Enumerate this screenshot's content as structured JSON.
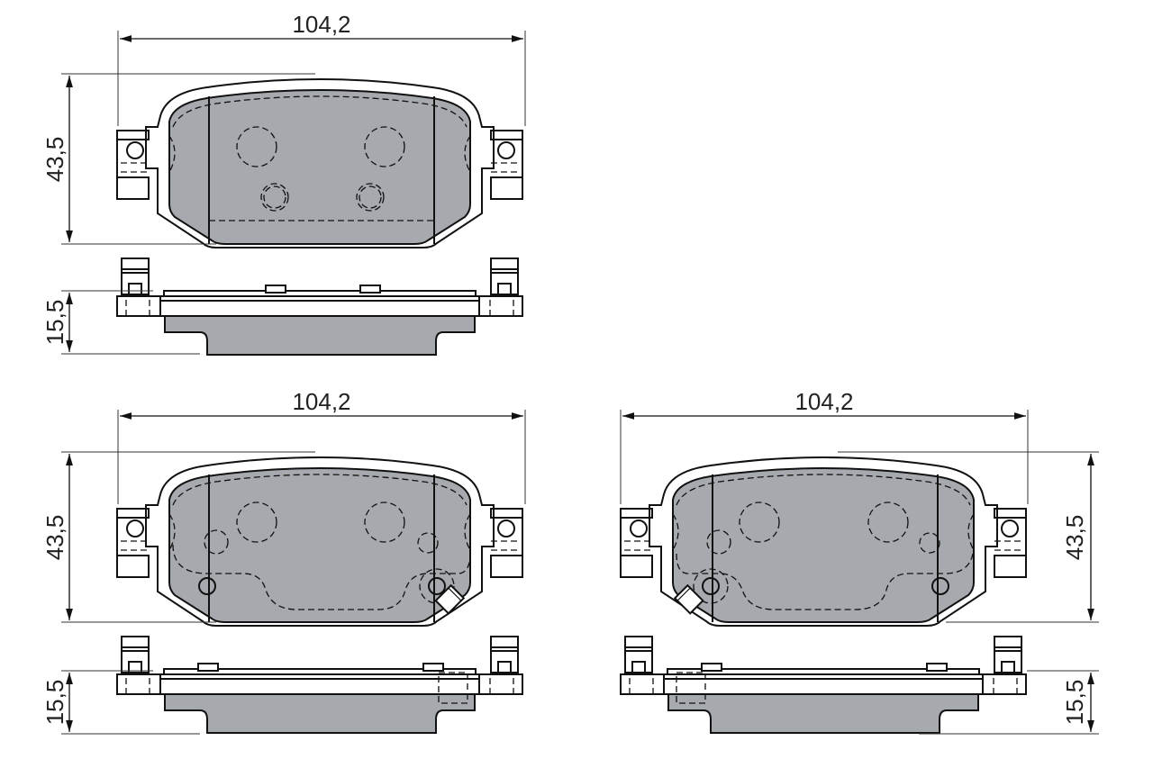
{
  "diagram": {
    "subject": "brake pad set dimension drawing",
    "fill_color": "#a6a9ae",
    "line_color": "#111111",
    "views": [
      {
        "id": "pad-1",
        "position": "top-left",
        "width_label": "104,2",
        "height_label": "43,5",
        "thickness_label": "15,5",
        "wear_sensor": "none"
      },
      {
        "id": "pad-2",
        "position": "bottom-left",
        "width_label": "104,2",
        "height_label": "43,5",
        "thickness_label": "15,5",
        "wear_sensor": "right"
      },
      {
        "id": "pad-3",
        "position": "bottom-right",
        "width_label": "104,2",
        "height_label": "43,5",
        "thickness_label": "15,5",
        "wear_sensor": "left"
      }
    ]
  }
}
